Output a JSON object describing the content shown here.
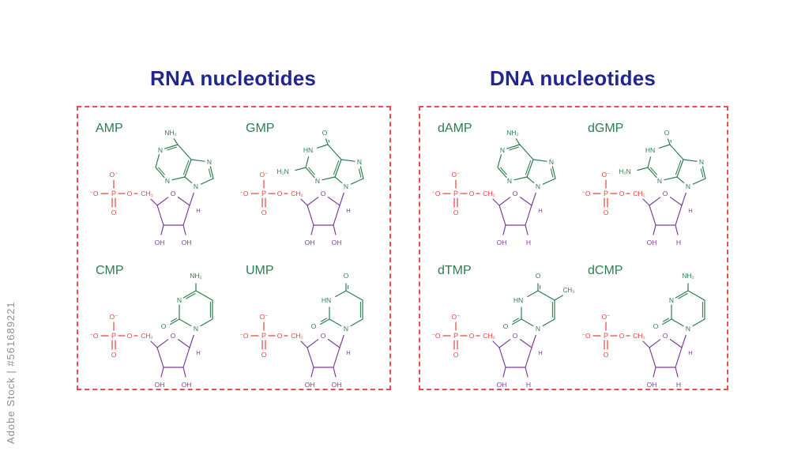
{
  "watermark": {
    "text": "Adobe Stock | #561689221"
  },
  "colors": {
    "title": "#22278f",
    "base": "#2e7d4f",
    "sugar": "#7b3f9a",
    "phosphate": "#e8433c",
    "box_border": "#f14c4c",
    "watermark": "#8f8f8f"
  },
  "sections": [
    {
      "id": "rna",
      "title": "RNA nucleotides",
      "nucleotides": [
        {
          "label": "AMP",
          "base": "adenine",
          "sugar": "ribose"
        },
        {
          "label": "GMP",
          "base": "guanine",
          "sugar": "ribose"
        },
        {
          "label": "CMP",
          "base": "cytosine",
          "sugar": "ribose"
        },
        {
          "label": "UMP",
          "base": "uracil",
          "sugar": "ribose"
        }
      ]
    },
    {
      "id": "dna",
      "title": "DNA nucleotides",
      "nucleotides": [
        {
          "label": "dAMP",
          "base": "adenine",
          "sugar": "deoxyribose"
        },
        {
          "label": "dGMP",
          "base": "guanine",
          "sugar": "deoxyribose"
        },
        {
          "label": "dTMP",
          "base": "thymine",
          "sugar": "deoxyribose"
        },
        {
          "label": "dCMP",
          "base": "cytosine",
          "sugar": "deoxyribose"
        }
      ]
    }
  ],
  "structure_labels": {
    "phosphate": {
      "o_left": "⁻O",
      "p": "P",
      "o_bridge": "O",
      "ch2": "CH₂",
      "o_top": "O⁻",
      "o_bottom": "O"
    },
    "sugar": {
      "ring_o": "O",
      "oh": "OH",
      "h": "H"
    },
    "bases": {
      "adenine": {
        "n": "N",
        "amino": "NH₂"
      },
      "guanine": {
        "n": "N",
        "imino": "HN",
        "amino": "H₂N",
        "carbonyl": "O"
      },
      "cytosine": {
        "n": "N",
        "amino": "NH₂",
        "carbonyl": "O"
      },
      "uracil": {
        "n": "N",
        "imino": "HN",
        "carbonyl": "O"
      },
      "thymine": {
        "n": "N",
        "imino": "HN",
        "carbonyl": "O",
        "methyl": "CH₃"
      }
    }
  }
}
